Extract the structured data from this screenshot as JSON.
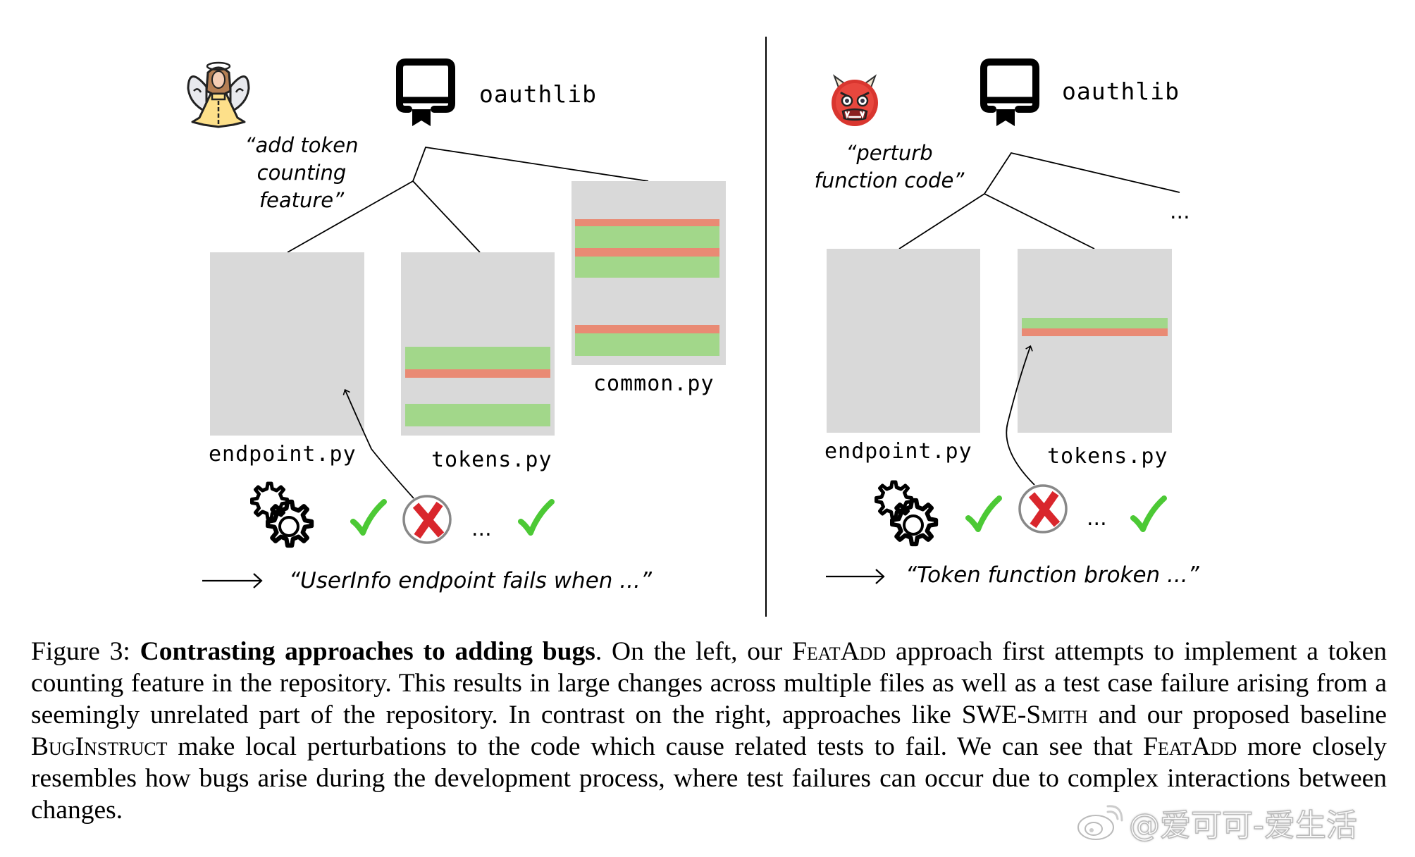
{
  "figure": {
    "left_panel": {
      "agent_icon": "angel-icon",
      "repo_icon": "repository-icon",
      "repo_name": "oauthlib",
      "instruction_lines": [
        "“add token",
        "counting",
        "feature”"
      ],
      "files": [
        {
          "name": "endpoint.py",
          "changes": []
        },
        {
          "name": "tokens.py",
          "changes": [
            "added",
            "removed",
            "added"
          ]
        },
        {
          "name": "common.py",
          "changes": [
            "removed",
            "added",
            "removed",
            "added",
            "removed",
            "added"
          ]
        }
      ],
      "tests": [
        "pass",
        "fail",
        "...",
        "pass"
      ],
      "tests_ellipsis": "...",
      "arrow": "long-right-arrow",
      "issue_text": "“UserInfo endpoint fails when ...”"
    },
    "right_panel": {
      "agent_icon": "oni-demon-icon",
      "repo_icon": "repository-icon",
      "repo_name": "oauthlib",
      "instruction_lines": [
        "“perturb",
        "function code”"
      ],
      "more_files": "...",
      "files": [
        {
          "name": "endpoint.py",
          "changes": []
        },
        {
          "name": "tokens.py",
          "changes": [
            "added",
            "removed"
          ]
        }
      ],
      "tests": [
        "pass",
        "fail",
        "...",
        "pass"
      ],
      "tests_ellipsis": "...",
      "arrow": "long-right-arrow",
      "issue_text": "“Token function broken ...”"
    },
    "colors": {
      "file_background": "#d9d9d9",
      "added_line": "#a2d78a",
      "removed_line": "#e98a74",
      "pass_check": "#4cc935",
      "fail_cross": "#d9262c",
      "fail_circle": "#888888"
    }
  },
  "caption": {
    "label": "Figure 3:",
    "bold_title": "Contrasting approaches to adding bugs",
    "seg1": ". On the left, our ",
    "featadd": "FeatAdd",
    "seg2": " approach first attempts to implement a token counting feature in the repository. This results in large changes across multiple files as well as a test case failure arising from a seemingly unrelated part of the repository. In contrast on the right, approaches like ",
    "swe_smith_prefix": "SWE-",
    "swe_smith_sc": "Smith",
    "seg3": " and our proposed baseline ",
    "buginstruct": "BugInstruct",
    "seg4": " make local perturbations to the code which cause related tests to fail. We can see that ",
    "featadd2": "FeatAdd",
    "seg5": " more closely resembles how bugs arise during the development process, where test failures can occur due to complex interactions between changes."
  },
  "watermark": {
    "icon": "weibo-logo-icon",
    "text": "@爱可可-爱生活"
  }
}
